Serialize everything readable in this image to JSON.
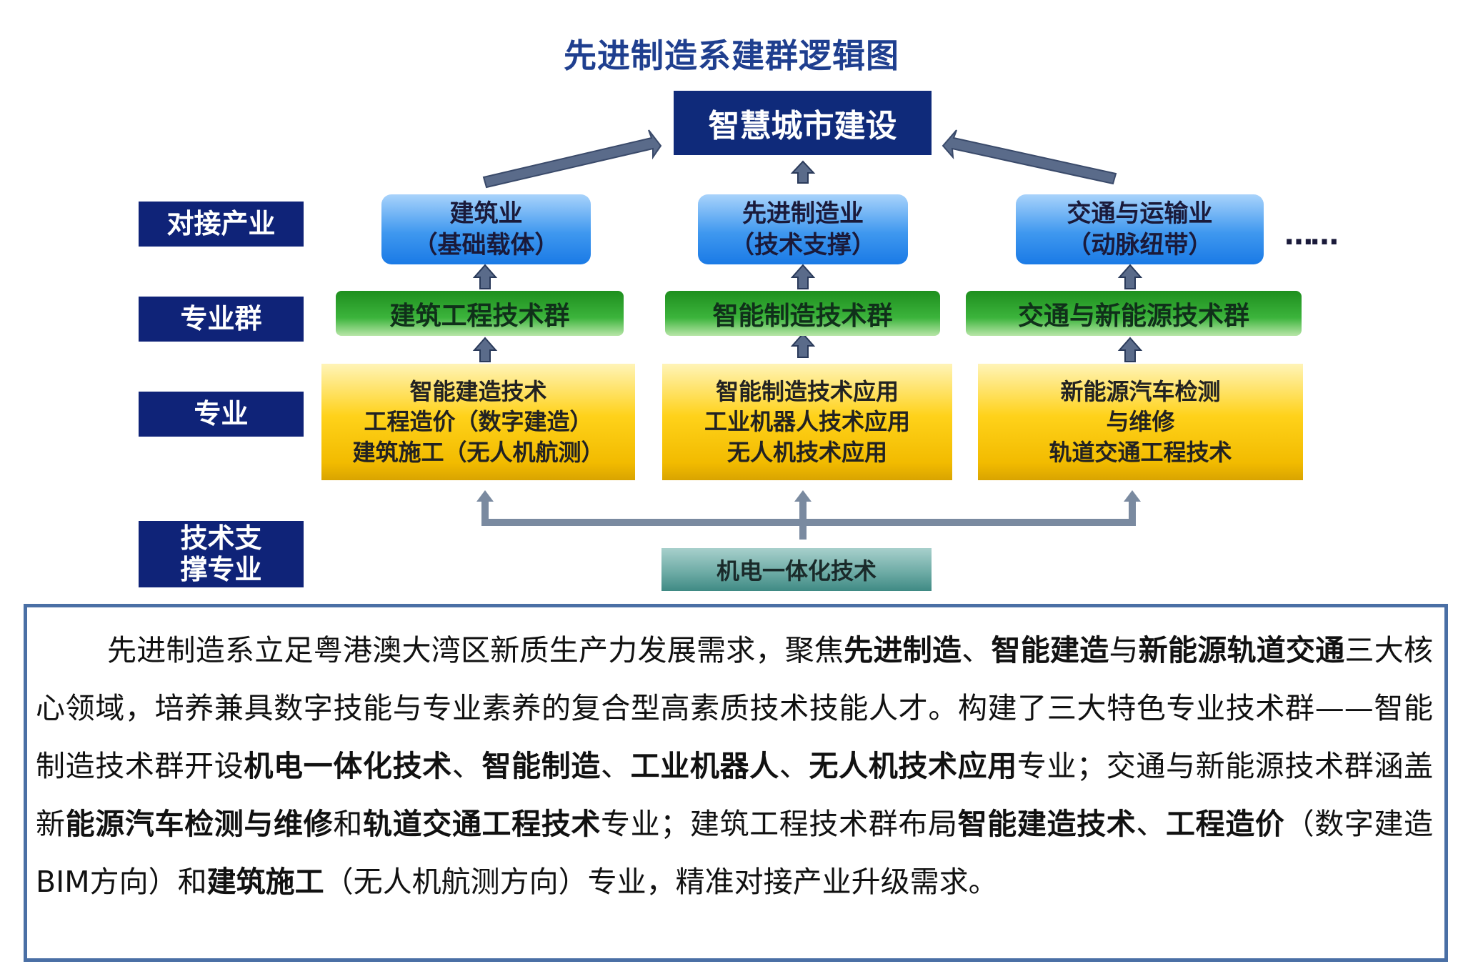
{
  "title": "先进制造系建群逻辑图",
  "top_goal": "智慧城市建设",
  "row_labels": [
    "对接产业",
    "专业群",
    "专业",
    "技术支撑专业"
  ],
  "industries": [
    {
      "name": "建筑业",
      "role": "（基础载体）"
    },
    {
      "name": "先进制造业",
      "role": "（技术支撑）"
    },
    {
      "name": "交通与运输业",
      "role": "（动脉纽带）"
    }
  ],
  "more": "……",
  "groups": [
    "建筑工程技术群",
    "智能制造技术群",
    "交通与新能源技术群"
  ],
  "majors": [
    [
      "智能建造技术",
      "工程造价（数字建造）",
      "建筑施工（无人机航测）"
    ],
    [
      "智能制造技术应用",
      "工业机器人技术应用",
      "无人机技术应用"
    ],
    [
      "新能源汽车检测",
      "与维修",
      "轨道交通工程技术"
    ]
  ],
  "support_major": "机电一体化技术",
  "paragraph": {
    "segments": [
      {
        "text": "先进制造系立足粤港澳大湾区新质生产力发展需求，聚焦",
        "bold": false
      },
      {
        "text": "先进制造",
        "bold": true
      },
      {
        "text": "、",
        "bold": false
      },
      {
        "text": "智能建造",
        "bold": true
      },
      {
        "text": "与",
        "bold": false
      },
      {
        "text": "新能源轨道交通",
        "bold": true
      },
      {
        "text": "三大核心领域，培养兼具数字技能与专业素养的复合型高素质技术技能人才。构建了三大特色专业技术群——智能制造技术群开设",
        "bold": false
      },
      {
        "text": "机电一体化技术",
        "bold": true
      },
      {
        "text": "、",
        "bold": false
      },
      {
        "text": "智能制造",
        "bold": true
      },
      {
        "text": "、",
        "bold": false
      },
      {
        "text": "工业机器人",
        "bold": true
      },
      {
        "text": "、",
        "bold": false
      },
      {
        "text": "无人机技术应用",
        "bold": true
      },
      {
        "text": "专业；交通与新能源技术群涵盖新",
        "bold": false
      },
      {
        "text": "能源汽车检测与维修",
        "bold": true
      },
      {
        "text": "和",
        "bold": false
      },
      {
        "text": "轨道交通工程技术",
        "bold": true
      },
      {
        "text": "专业；建筑工程技术群布局",
        "bold": false
      },
      {
        "text": "智能建造技术",
        "bold": true
      },
      {
        "text": "、",
        "bold": false
      },
      {
        "text": "工程造价",
        "bold": true
      },
      {
        "text": "（数字建造BIM方向）和",
        "bold": false
      },
      {
        "text": "建筑施工",
        "bold": true
      },
      {
        "text": "（无人机航测方向）专业，精准对接产业升级需求。",
        "bold": false
      }
    ]
  },
  "colors": {
    "navy": "#0f2378",
    "arrow": "#5a6b8a",
    "bracket": "#7a8aa0",
    "border": "#4a6fa5"
  }
}
